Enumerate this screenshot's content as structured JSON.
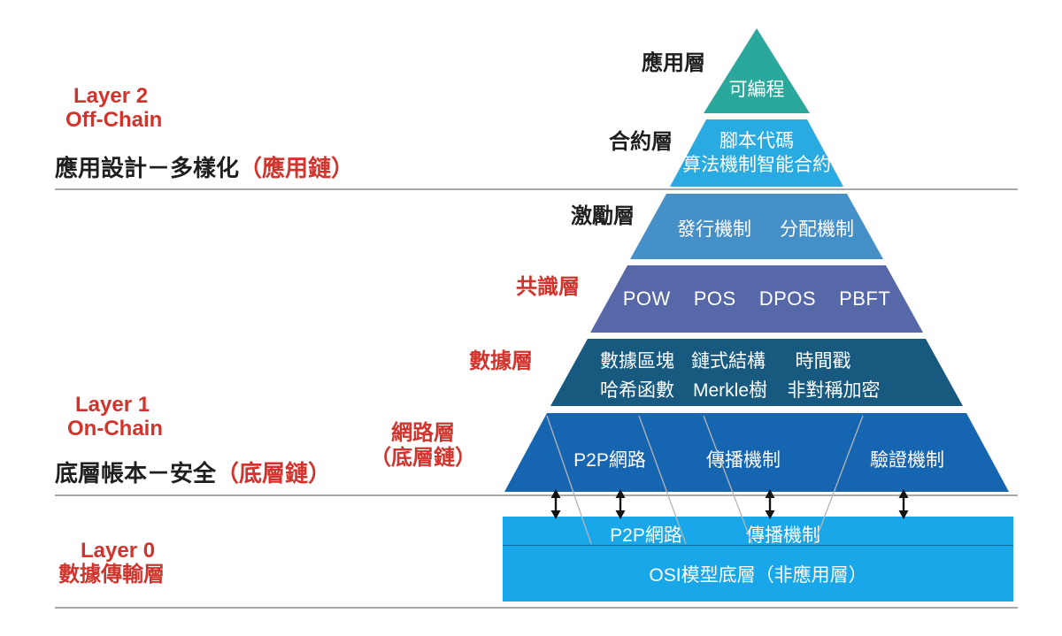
{
  "left": {
    "sections": [
      {
        "line1": "Layer 2",
        "line2": "Off-Chain",
        "desc_main": "應用設計－多樣化",
        "desc_paren": "（應用鏈）"
      },
      {
        "line1": "Layer 1",
        "line2": "On-Chain",
        "desc_main": "底層帳本－安全",
        "desc_paren": "（底層鏈）"
      },
      {
        "line1": "Layer 0",
        "line2": "數據傳輸層"
      }
    ]
  },
  "pyramid": {
    "bands": [
      {
        "label": "應用層",
        "items": [
          "可編程"
        ]
      },
      {
        "label": "合約層",
        "items": [
          "腳本代碼",
          "算法機制智能合約"
        ]
      },
      {
        "label": "激勵層",
        "items": [
          "發行機制",
          "分配機制"
        ]
      },
      {
        "label": "共識層",
        "items": [
          "POW",
          "POS",
          "DPOS",
          "PBFT"
        ]
      },
      {
        "label": "數據層",
        "rows": [
          [
            "數據區塊",
            "鏈式結構",
            "時間戳"
          ],
          [
            "哈希函數",
            "Merkle樹",
            "非對稱加密"
          ]
        ]
      },
      {
        "label": "網路層",
        "label2": "（底層鏈）",
        "items": [
          "P2P網路",
          "傳播機制",
          "驗證機制"
        ]
      }
    ]
  },
  "base_layer": {
    "items": [
      "P2P網路",
      "傳播機制"
    ],
    "caption": "OSI模型底層（非應用層）"
  },
  "colors": {
    "red_accent": "#d0342c",
    "text_black": "#1f1f1f",
    "band_application": "#2aa89c",
    "band_contract": "#29abe2",
    "band_incentive": "#4690c8",
    "band_consensus": "#5668a8",
    "band_data": "#17597f",
    "band_network": "#1565b1",
    "base_rect": "#18a7e8",
    "separator_gray": "#a8a8a8"
  }
}
